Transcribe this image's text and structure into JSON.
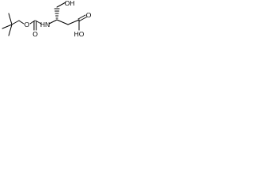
{
  "molecule": {
    "atoms": {
      "ester_oxygen": "O",
      "carbonyl_oxygen": "O",
      "amide_nitrogen": "HN",
      "hydroxyl": "OH",
      "acid_carbonyl_oxygen": "O",
      "acid_hydroxyl": "HO"
    },
    "stereo_bond": "hashed wedge"
  }
}
